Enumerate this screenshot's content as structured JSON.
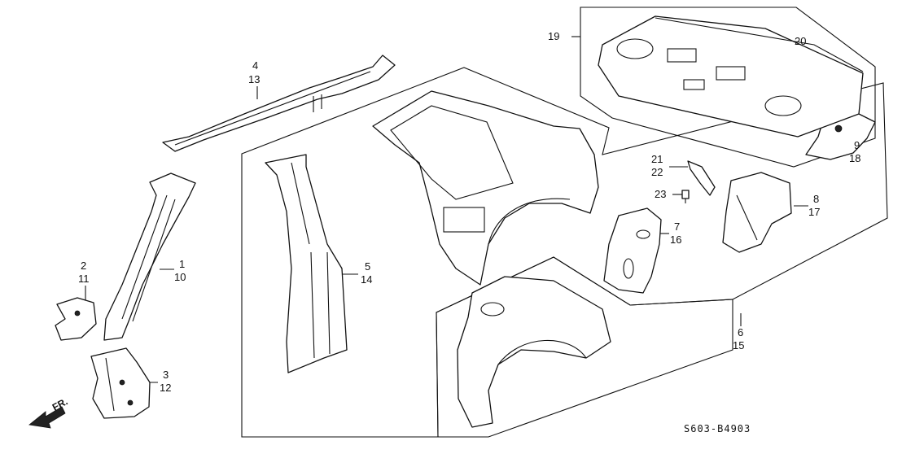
{
  "callouts": {
    "c4": "4",
    "c13": "13",
    "c1": "1",
    "c10": "10",
    "c2": "2",
    "c11": "11",
    "c3": "3",
    "c12": "12",
    "c5": "5",
    "c14": "14",
    "c6": "6",
    "c15": "15",
    "c7": "7",
    "c16": "16",
    "c8": "8",
    "c17": "17",
    "c9": "9",
    "c18": "18",
    "c19": "19",
    "c20": "20",
    "c21": "21",
    "c22": "22",
    "c23": "23"
  },
  "front_indicator": "FR.",
  "diagram_code": "S603-B4903",
  "colors": {
    "line": "#111111",
    "background": "#ffffff"
  }
}
